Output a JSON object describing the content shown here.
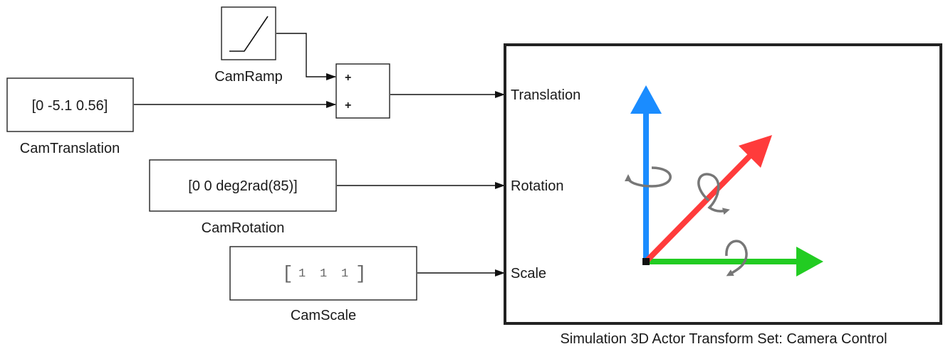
{
  "blocks": {
    "ramp": {
      "name": "CamRamp"
    },
    "translation_const": {
      "value": "[0 -5.1 0.56]",
      "name": "CamTranslation"
    },
    "sum": {
      "port1": "+",
      "port2": "+"
    },
    "rotation_const": {
      "value": "[0 0 deg2rad(85)]",
      "name": "CamRotation"
    },
    "scale_const": {
      "open_bracket": "[",
      "v1": "1",
      "v2": "1",
      "v3": "1",
      "close_bracket": "]",
      "name": "CamScale"
    },
    "actor": {
      "name": "Simulation 3D Actor Transform Set: Camera Control",
      "ports": [
        "Translation",
        "Rotation",
        "Scale"
      ]
    }
  },
  "icon_colors": {
    "axis_x": "#22cc22",
    "axis_y": "#ff3b3b",
    "axis_z": "#1a8cff",
    "rotation_arrows": "#777777"
  }
}
